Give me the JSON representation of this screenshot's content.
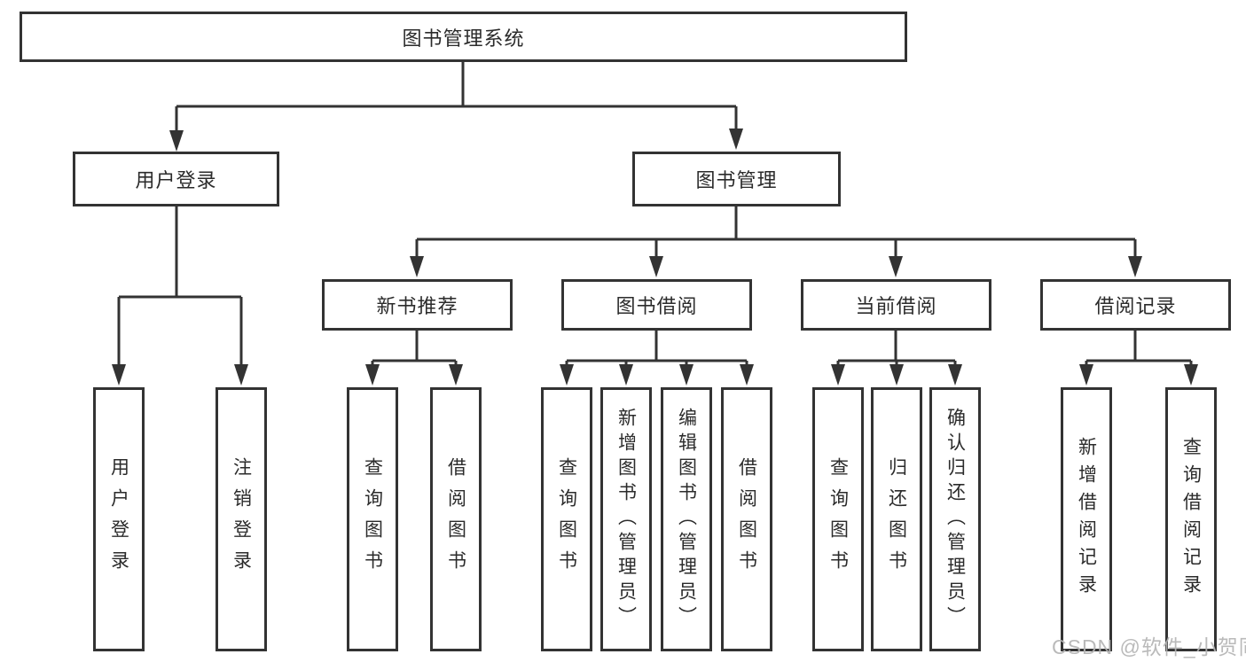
{
  "tree": {
    "root": {
      "label": "图书管理系统"
    },
    "branches": [
      {
        "label": "用户登录",
        "children": [
          {
            "label": "用户登录"
          },
          {
            "label": "注销登录"
          }
        ]
      },
      {
        "label": "图书管理",
        "children": [
          {
            "label": "新书推荐",
            "children": [
              {
                "label": "查询图书"
              },
              {
                "label": "借阅图书"
              }
            ]
          },
          {
            "label": "图书借阅",
            "children": [
              {
                "label": "查询图书"
              },
              {
                "label": "新增图书（管理员）"
              },
              {
                "label": "编辑图书（管理员）"
              },
              {
                "label": "借阅图书"
              }
            ]
          },
          {
            "label": "当前借阅",
            "children": [
              {
                "label": "查询图书"
              },
              {
                "label": "归还图书"
              },
              {
                "label": "确认归还（管理员）"
              }
            ]
          },
          {
            "label": "借阅记录",
            "children": [
              {
                "label": "新增借阅记录"
              },
              {
                "label": "查询借阅记录"
              }
            ]
          }
        ]
      }
    ]
  },
  "watermark": "CSDN @软件_小贺同学",
  "colors": {
    "line": "#333333",
    "text": "#2b2b2b",
    "watermark": "#b5b5b5",
    "background": "#ffffff"
  }
}
